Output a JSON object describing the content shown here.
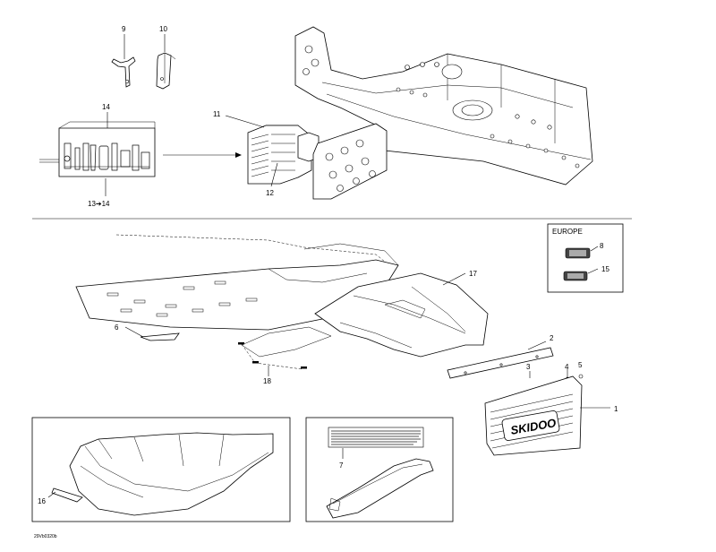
{
  "callouts": {
    "c1": "1",
    "c2": "2",
    "c3": "3",
    "c4": "4",
    "c5": "5",
    "c6": "6",
    "c7": "7",
    "c8": "8",
    "c9": "9",
    "c10": "10",
    "c11": "11",
    "c12": "12",
    "c13": "13",
    "c14": "14",
    "c15": "15",
    "c16": "16",
    "c17": "17",
    "c18": "18",
    "c13to14": "13➔14"
  },
  "europe_label": "EUROPE",
  "emblem_text": "SKIDOO",
  "figure_code": "29Vb0320b"
}
